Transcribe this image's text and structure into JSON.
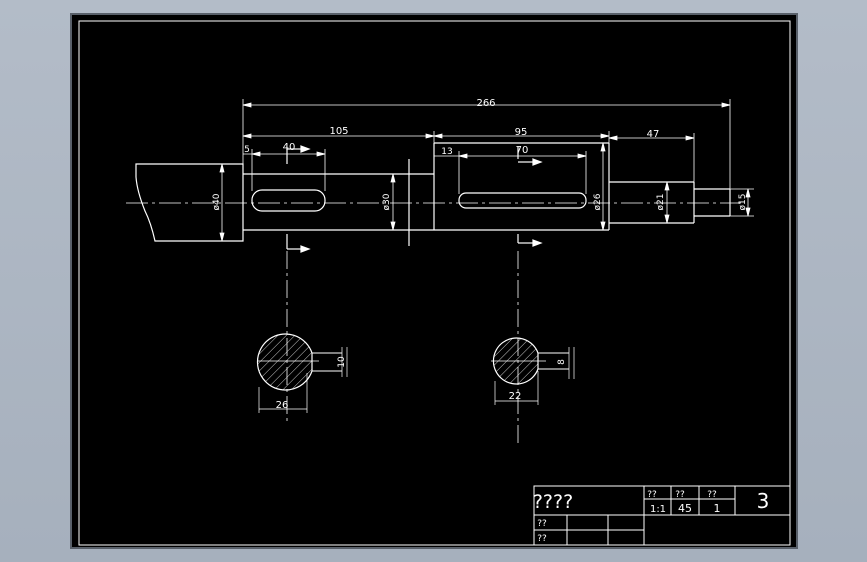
{
  "dimensions": {
    "overall_length": "266",
    "seg_105": "105",
    "seg_95": "95",
    "seg_47": "47",
    "seg_5": "5",
    "key_40": "40",
    "seg_13": "13",
    "key_70": "70",
    "dia_40": "ø40",
    "dia_30": "ø30",
    "dia_26": "ø26",
    "dia_21": "ø21",
    "dia_15": "ø15",
    "sec1_width": "26",
    "sec1_key": "10",
    "sec2_width": "22",
    "sec2_key": "8"
  },
  "title_block": {
    "title": "????",
    "label_a": "??",
    "label_b": "??",
    "label_c": "??",
    "scale": "1:1",
    "material": "45",
    "qty": "1",
    "sheet_no": "3",
    "row2_label": "??",
    "row3_label": "??"
  },
  "colors": {
    "background": "#000000",
    "line": "#ffffff",
    "window": "#a6b0bd"
  }
}
